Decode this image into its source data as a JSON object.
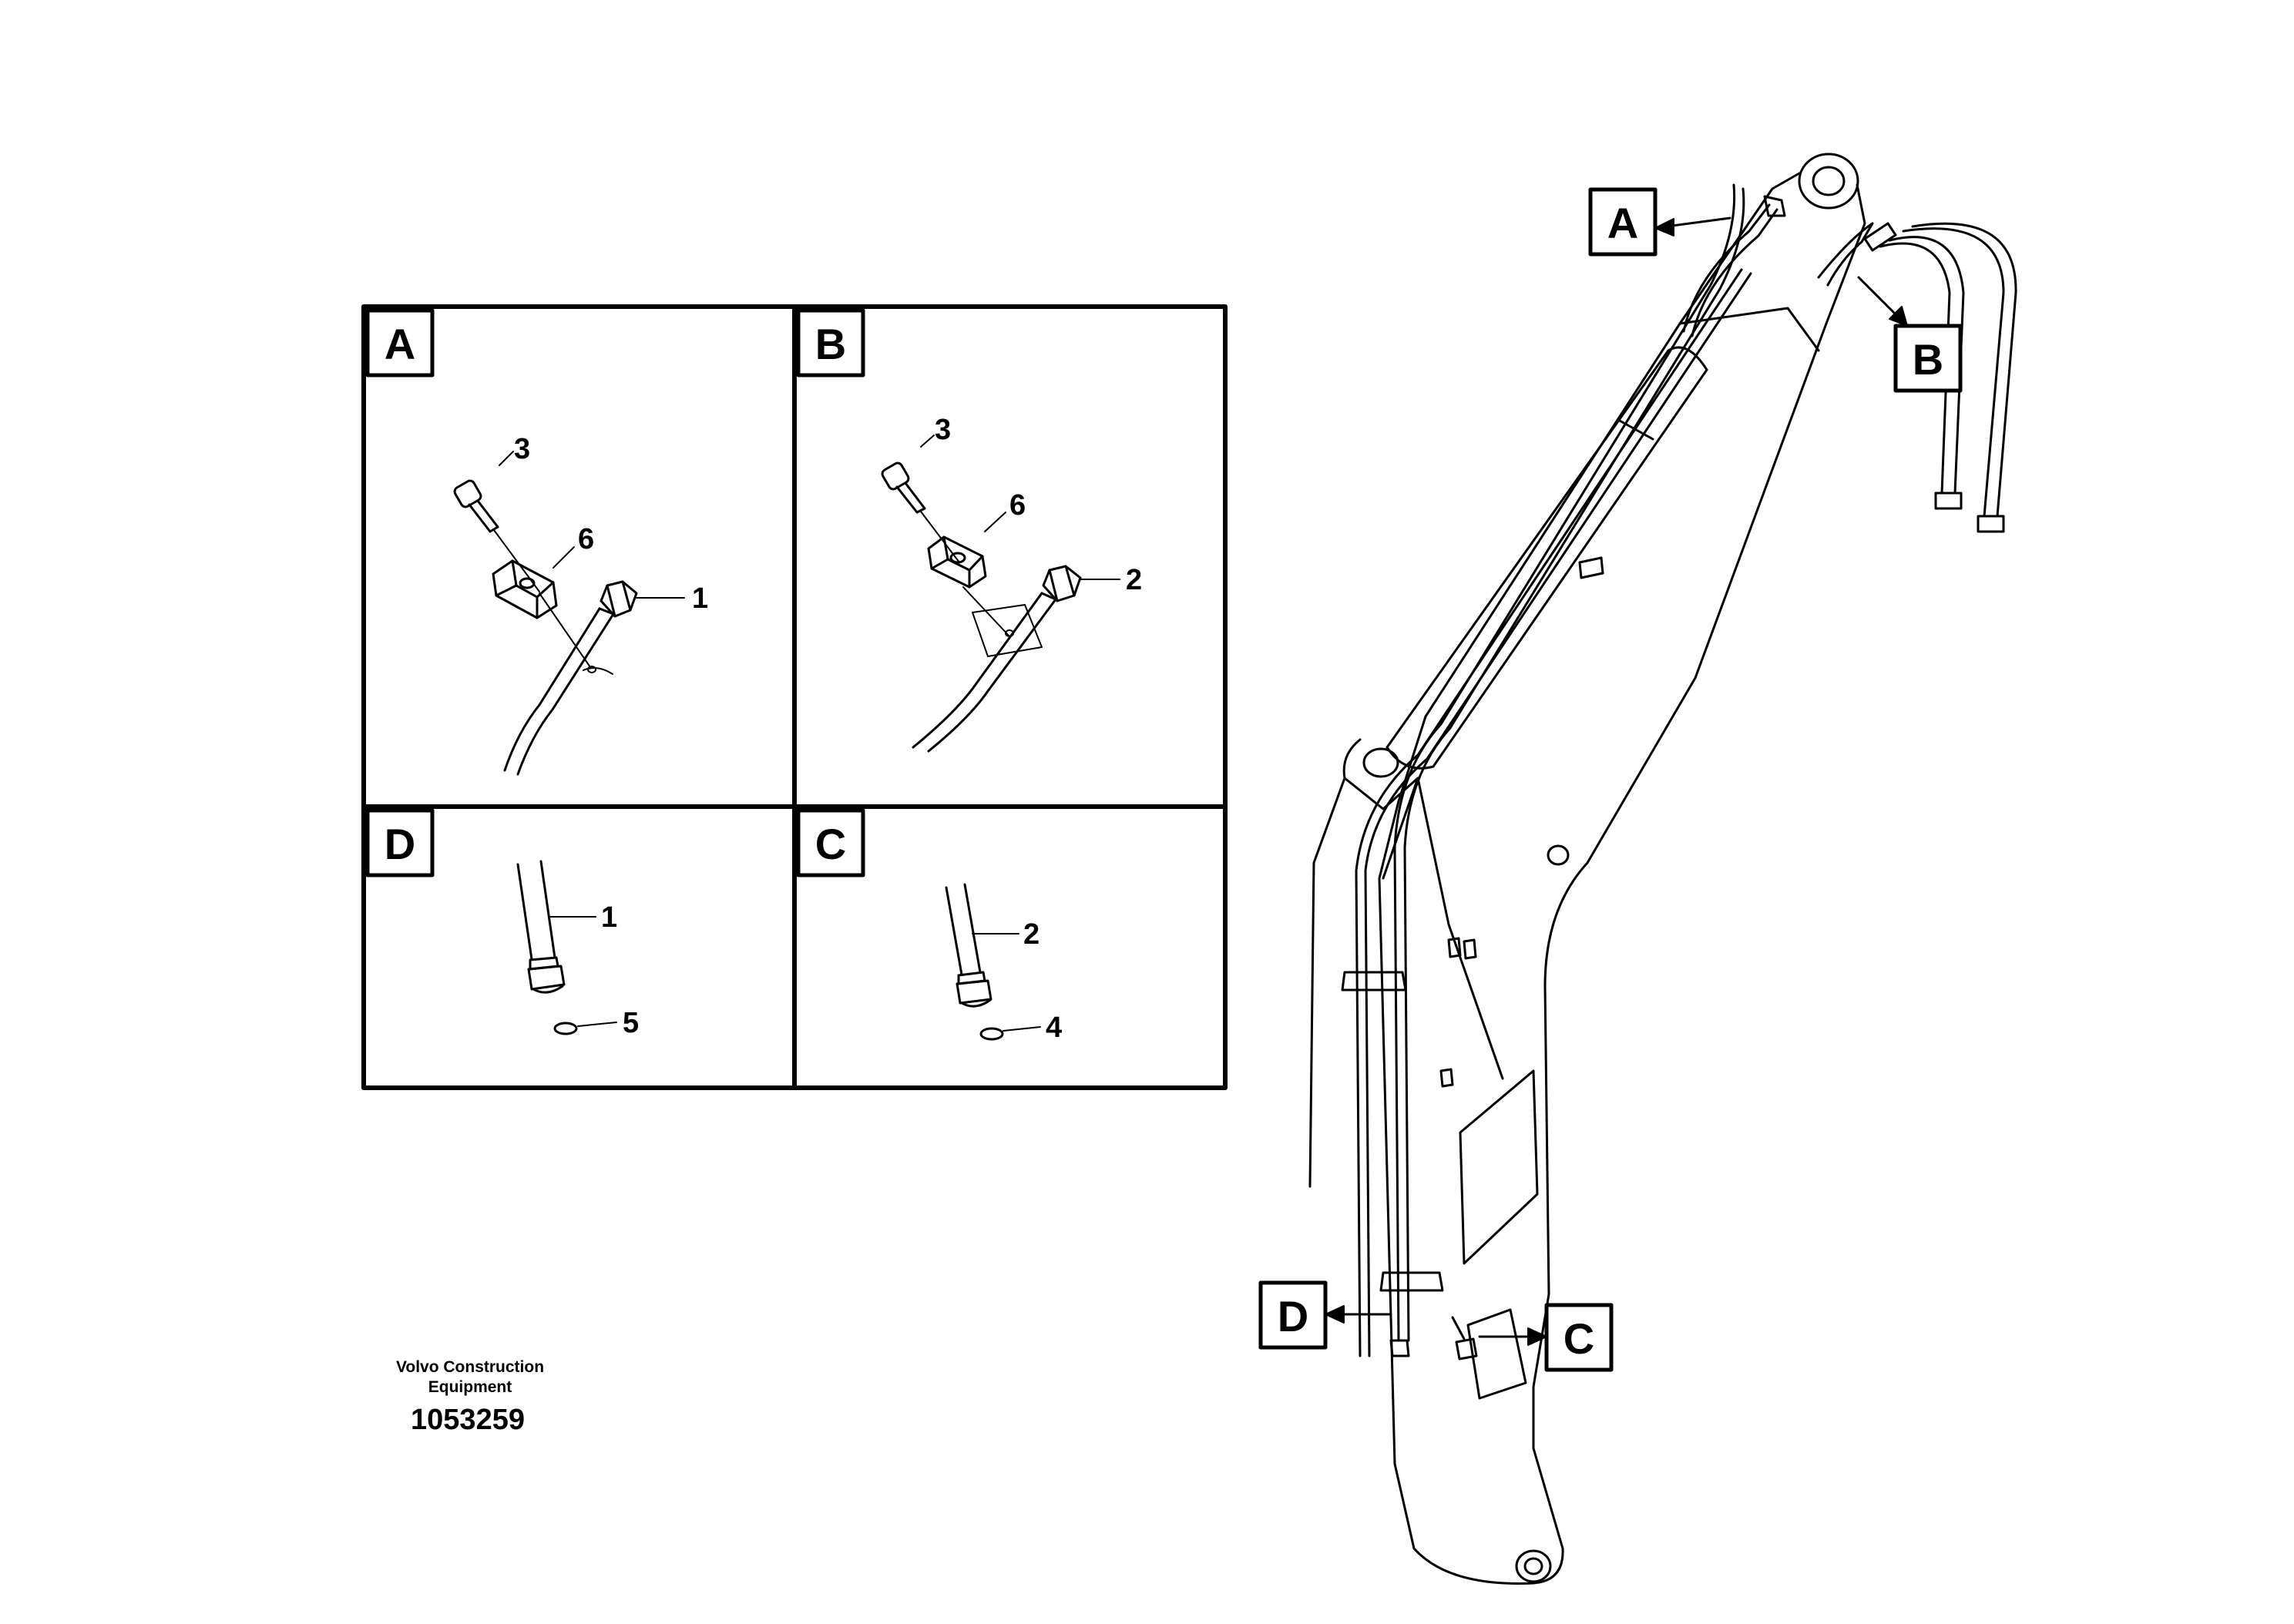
{
  "panels": [
    {
      "id": "A",
      "label": "A",
      "callouts": [
        "3",
        "6",
        "1"
      ]
    },
    {
      "id": "B",
      "label": "B",
      "callouts": [
        "3",
        "6",
        "2"
      ]
    },
    {
      "id": "D",
      "label": "D",
      "callouts": [
        "1",
        "5"
      ]
    },
    {
      "id": "C",
      "label": "C",
      "callouts": [
        "2",
        "4"
      ]
    }
  ],
  "boom_labels": {
    "a": "A",
    "b": "B",
    "c": "C",
    "d": "D"
  },
  "footer": {
    "company_line1": "Volvo Construction",
    "company_line2": "Equipment",
    "drawing_number": "1053259"
  }
}
